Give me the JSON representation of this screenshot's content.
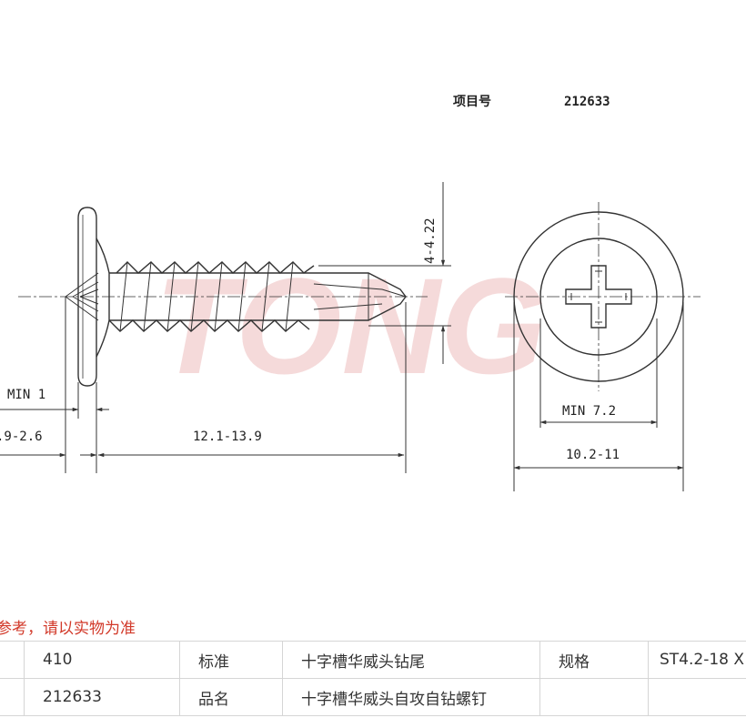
{
  "header": {
    "item_label": "项目号",
    "item_number": "212633"
  },
  "side_view": {
    "dim_thread_diameter": "4-4.22",
    "dim_min_head_thickness": "MIN 1",
    "dim_head_height": ".9-2.6",
    "dim_length": "12.1-13.9"
  },
  "top_view": {
    "dim_min_diameter": "MIN 7.2",
    "dim_head_diameter": "10.2-11"
  },
  "watermark": "TONG",
  "note": "参考，请以实物为准",
  "spec_table": {
    "rows": [
      {
        "value1": "410",
        "label2": "标准",
        "value2": "十字槽华威头钻尾",
        "label3": "规格",
        "value3": "ST4.2-18 X"
      },
      {
        "value1": "212633",
        "label2": "品名",
        "value2": "十字槽华威头自攻自钻螺钉",
        "label3": "",
        "value3": ""
      }
    ]
  },
  "colors": {
    "line": "#333333",
    "note": "#d23a2a",
    "watermark": "#f3d2d2",
    "grid": "#d5d5d5"
  }
}
